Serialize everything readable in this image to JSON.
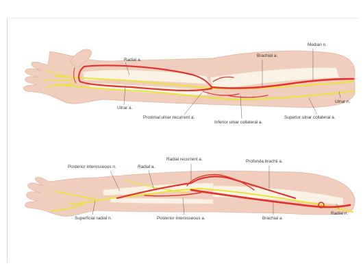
{
  "colors": {
    "skin": "#f0cdbd",
    "bone": "#faf2e4",
    "artery": "#e0342f",
    "nerve": "#e9e43a"
  },
  "top_view": {
    "labels": {
      "radial_a": "Radial a.",
      "brachial_a": "Brachial a.",
      "median_n": "Median n.",
      "ulnar_a": "Ulnar a.",
      "proximal_ulnar_recurrent_a": "Proximal ulnar recurrent a.",
      "inferior_ulnar_collateral_a": "Inferior ulnar collateral a.",
      "superior_ulnar_collateral_a": "Superior ulnar collateral a.",
      "ulnar_n": "Ulnar n."
    }
  },
  "bottom_view": {
    "labels": {
      "posterior_interosseous_n": "Posterior interosseous n.",
      "radial_a": "Radial a.",
      "radial_recurrent_a": "Radial recurrent a.",
      "profunda_brachii_a": "Profunda brachii a.",
      "superficial_radial_n": "Superficial radial n.",
      "posterior_interosseous_a": "Posterior interosseous a.",
      "brachial_a": "Brachial a.",
      "radial_n": "Radial n."
    }
  }
}
